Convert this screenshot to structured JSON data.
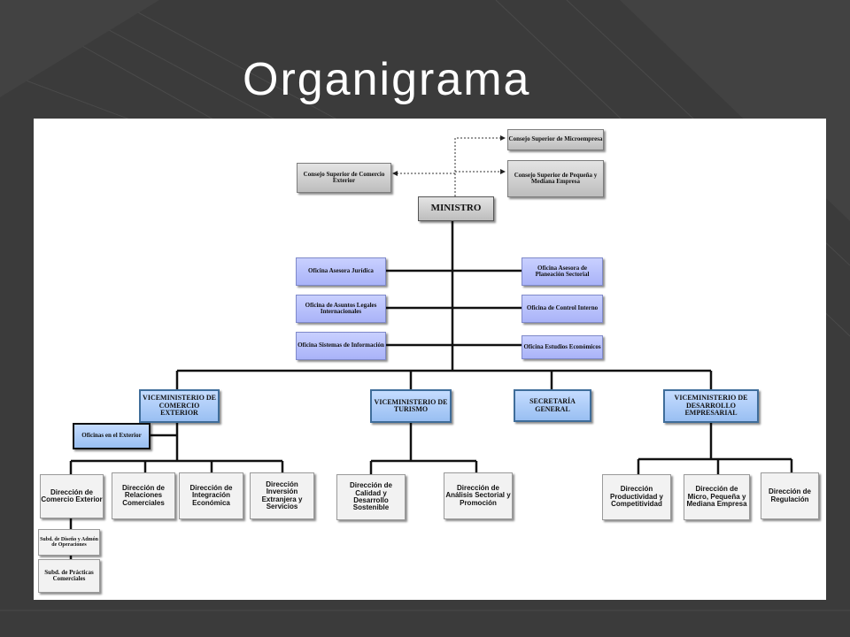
{
  "slide": {
    "title": "Organigrama"
  },
  "org": {
    "consejo_micro": "Consejo Superior de Microempresa",
    "consejo_pyme": "Consejo Superior de Pequeña y Mediana Empresa",
    "consejo_comercio": "Consejo Superior de Comercio Exterior",
    "ministro": "MINISTRO",
    "of_juridica": "Oficina Asesora Jurídica",
    "of_planeacion": "Oficina Asesora de Planeación Sectorial",
    "of_asuntos_legales": "Oficina de Asuntos Legales Internacionales",
    "of_control": "Oficina de Control Interno",
    "of_sistemas": "Oficina Sistemas de Información",
    "of_estudios": "Oficina Estudios Económicos",
    "vice_comercio": "VICEMINISTERIO DE COMERCIO EXTERIOR",
    "vice_turismo": "VICEMINISTERIO DE TURISMO",
    "secretaria": "SECRETARÍA GENERAL",
    "vice_desarrollo": "VICEMINISTERIO DE DESARROLLO EMPRESARIAL",
    "oficinas_exterior": "Oficinas en el Exterior",
    "dir_comercio_exterior": "Dirección de Comercio Exterior",
    "dir_relaciones": "Dirección de Relaciones Comerciales",
    "dir_integracion": "Dirección de Integración Económica",
    "dir_inversion": "Dirección Inversión Extranjera y Servicios",
    "dir_calidad": "Dirección de Calidad y Desarrollo Sostenible",
    "dir_analisis": "Dirección de Análisis Sectorial y Promoción",
    "dir_productividad": "Dirección Productividad y Competitividad",
    "dir_mipyme": "Dirección de Micro, Pequeña y Mediana Empresa",
    "dir_regulacion": "Dirección de Regulación",
    "subd_diseno": "Subd. de Diseño y Admón de Operaciones",
    "subd_practicas": "Subd. de Prácticas Comerciales"
  }
}
